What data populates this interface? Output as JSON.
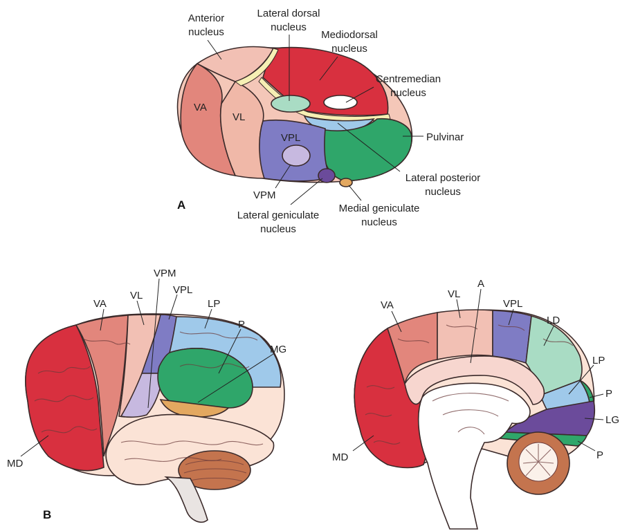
{
  "panels": {
    "a": "A",
    "b": "B"
  },
  "panel_a": {
    "anterior": [
      "Anterior",
      "nucleus"
    ],
    "lateral_dorsal": [
      "Lateral dorsal",
      "nucleus"
    ],
    "mediodorsal": [
      "Mediodorsal",
      "nucleus"
    ],
    "centremedian": [
      "Centremedian",
      "nucleus"
    ],
    "pulvinar": "Pulvinar",
    "lateral_posterior": [
      "Lateral posterior",
      "nucleus"
    ],
    "medial_geniculate": [
      "Medial geniculate",
      "nucleus"
    ],
    "lateral_geniculate": [
      "Lateral geniculate",
      "nucleus"
    ],
    "vpm": "VPM",
    "vpl": "VPL",
    "va": "VA",
    "vl": "VL"
  },
  "panel_b_lateral": {
    "vpm": "VPM",
    "va": "VA",
    "vl": "VL",
    "vpl": "VPL",
    "lp": "LP",
    "p": "P",
    "mg": "MG",
    "md": "MD"
  },
  "panel_b_medial": {
    "va": "VA",
    "vl": "VL",
    "a": "A",
    "vpl": "VPL",
    "ld": "LD",
    "lp": "LP",
    "p_top": "P",
    "lg": "LG",
    "p_bottom": "P",
    "md": "MD"
  },
  "colors": {
    "md": "#d8303f",
    "va": "#e2867c",
    "vl": "#f0b8a8",
    "vpl": "#7f7cc4",
    "vpm": "#c7b9e0",
    "ld": "#a9dcc4",
    "lp": "#9fc9ea",
    "pulvinar": "#2fa66a",
    "mg": "#e3a860",
    "lg": "#6b4b9b",
    "anterior": "#f2c0b4",
    "brain": "#fbe3d6",
    "cerebellum": "#c4744e"
  }
}
